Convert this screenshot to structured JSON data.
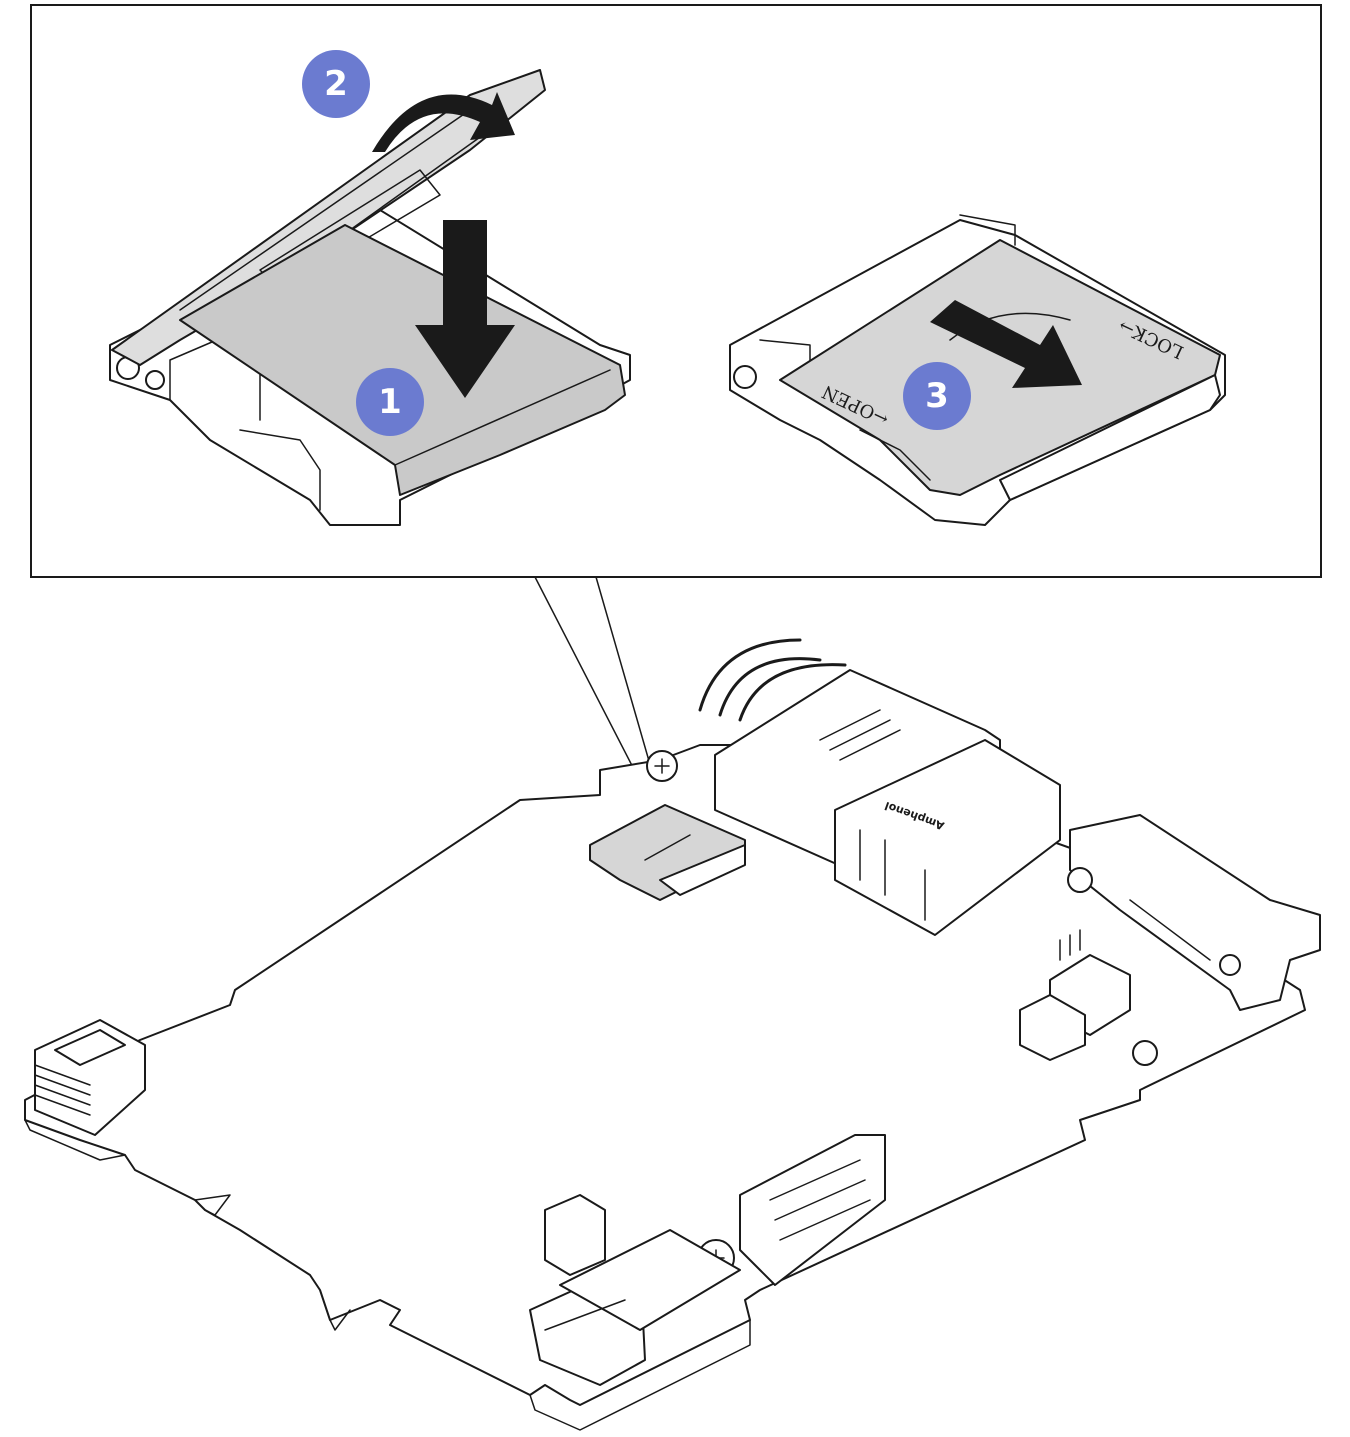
{
  "steps": [
    {
      "number": "1",
      "action": "insert-card"
    },
    {
      "number": "2",
      "action": "close-cover"
    },
    {
      "number": "3",
      "action": "slide-to-lock"
    }
  ],
  "labels": {
    "lock": "LOCK→",
    "open": "←OPEN",
    "brand": "Amphenol"
  },
  "colors": {
    "callout": "#6b7bd0",
    "card": "#c9c9c9",
    "cover": "#d6d6d6",
    "arrow": "#1a1a1a",
    "outline": "#1a1a1a"
  },
  "icons": [
    "down-arrow-icon",
    "rotate-arrow-icon",
    "right-arrow-icon"
  ]
}
